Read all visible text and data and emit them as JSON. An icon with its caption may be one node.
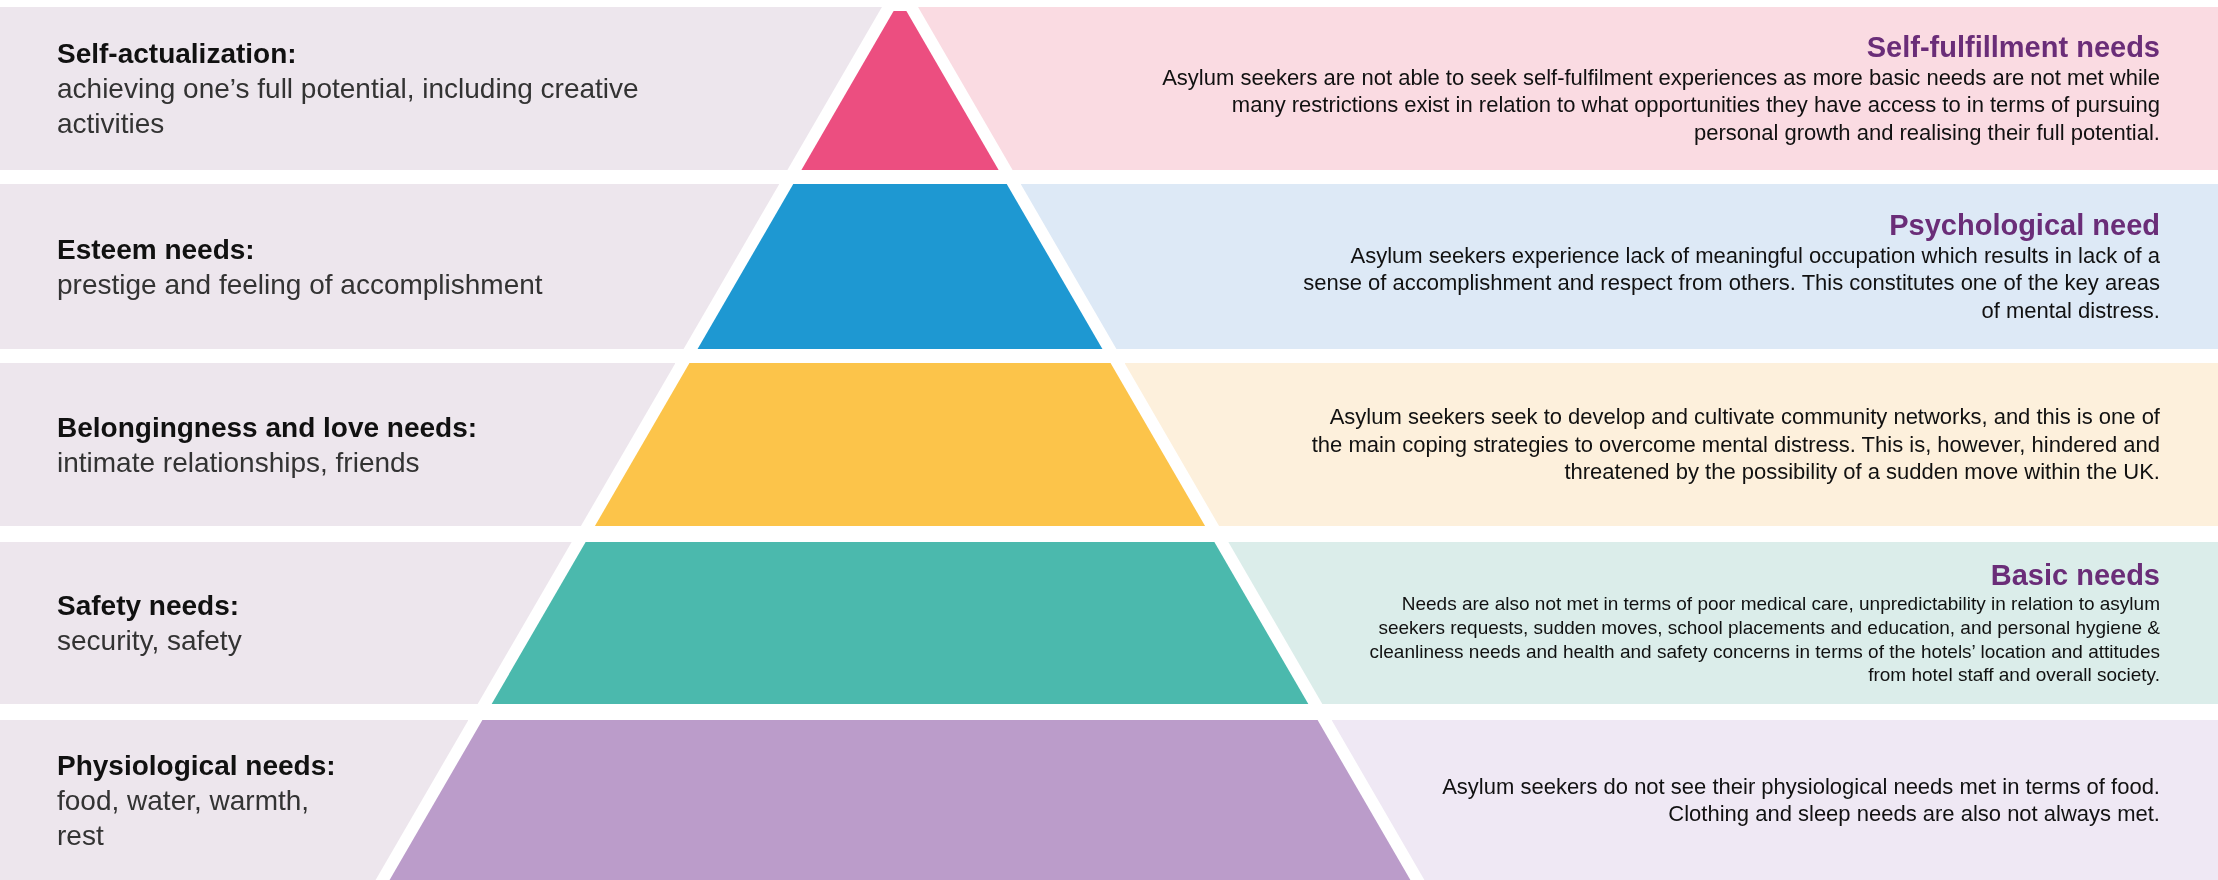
{
  "diagram": {
    "nodes": [
      {
        "text": [
          "Self-actualization:",
          "achieving one’s full potential, including creative activities"
        ]
      },
      {
        "text": [
          "Self-fulfillment needs",
          "Asylum seekers are not able to seek self-fulfilment experiences as more basic needs are not met while many restrictions exist in relation to what opportunities they have access to in terms of pursuing personal growth and realising their full potential."
        ]
      },
      {
        "text": [
          "Esteem needs:",
          "prestige and feeling of accomplishment"
        ]
      },
      {
        "text": [
          "Psychological need",
          "Asylum seekers experience lack of meaningful occupation which results in lack of a sense of accomplishment and respect from others. This constitutes one of the key areas of mental distress."
        ]
      },
      {
        "text": [
          "Belongingness and love needs:",
          "intimate relationships, friends"
        ]
      },
      {
        "text": [
          "Asylum seekers seek to develop and cultivate community networks, and this is one of the main coping strategies to overcome mental distress. This is, however, hindered and threatened by the possibility of a sudden move within the UK."
        ]
      },
      {
        "text": [
          "Safety needs:",
          "security, safety"
        ]
      },
      {
        "text": [
          "Basic needs",
          "Needs are also not met in terms of poor medical care, unpredictability in relation to asylum seekers requests, sudden moves, school placements and education, and personal hygiene & cleanliness needs and health and safety concerns in terms of the hotels’ location and attitudes from hotel staff and overall society."
        ]
      },
      {
        "text": [
          "Physiological needs:",
          "food, water, warmth, rest"
        ]
      },
      {
        "text": [
          "Asylum seekers do not see their physiological needs met in terms of food. Clothing and sleep needs are also not always met."
        ]
      }
    ]
  }
}
